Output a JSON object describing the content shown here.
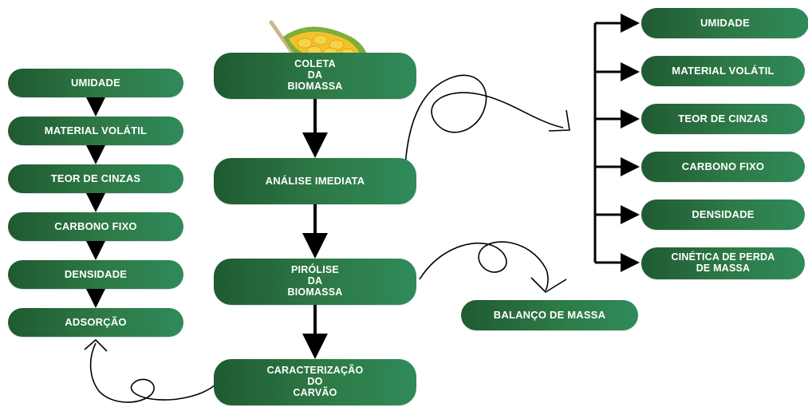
{
  "center": {
    "coleta": "COLETA\nDA\nBIOMASSA",
    "analise": "ANÁLISE IMEDIATA",
    "pirolise": "PIRÓLISE\nDA\nBIOMASSA",
    "caracterizacao": "CARACTERIZAÇÃO\nDO\nCARVÃO"
  },
  "left": {
    "items": [
      "UMIDADE",
      "MATERIAL VOLÁTIL",
      "TEOR DE CINZAS",
      "CARBONO FIXO",
      "DENSIDADE",
      "ADSORÇÃO"
    ]
  },
  "right": {
    "items": [
      "UMIDADE",
      "MATERIAL VOLÁTIL",
      "TEOR DE CINZAS",
      "CARBONO FIXO",
      "DENSIDADE",
      "CINÉTICA DE PERDA\nDE MASSA"
    ]
  },
  "balanco": "BALANÇO DE MASSA",
  "colors": {
    "pill_dark": "#1f5a32",
    "pill_light": "#2f8a5a",
    "text": "#ffffff",
    "line": "#000000"
  },
  "icons": {
    "fruit": "jackfruit-icon"
  }
}
